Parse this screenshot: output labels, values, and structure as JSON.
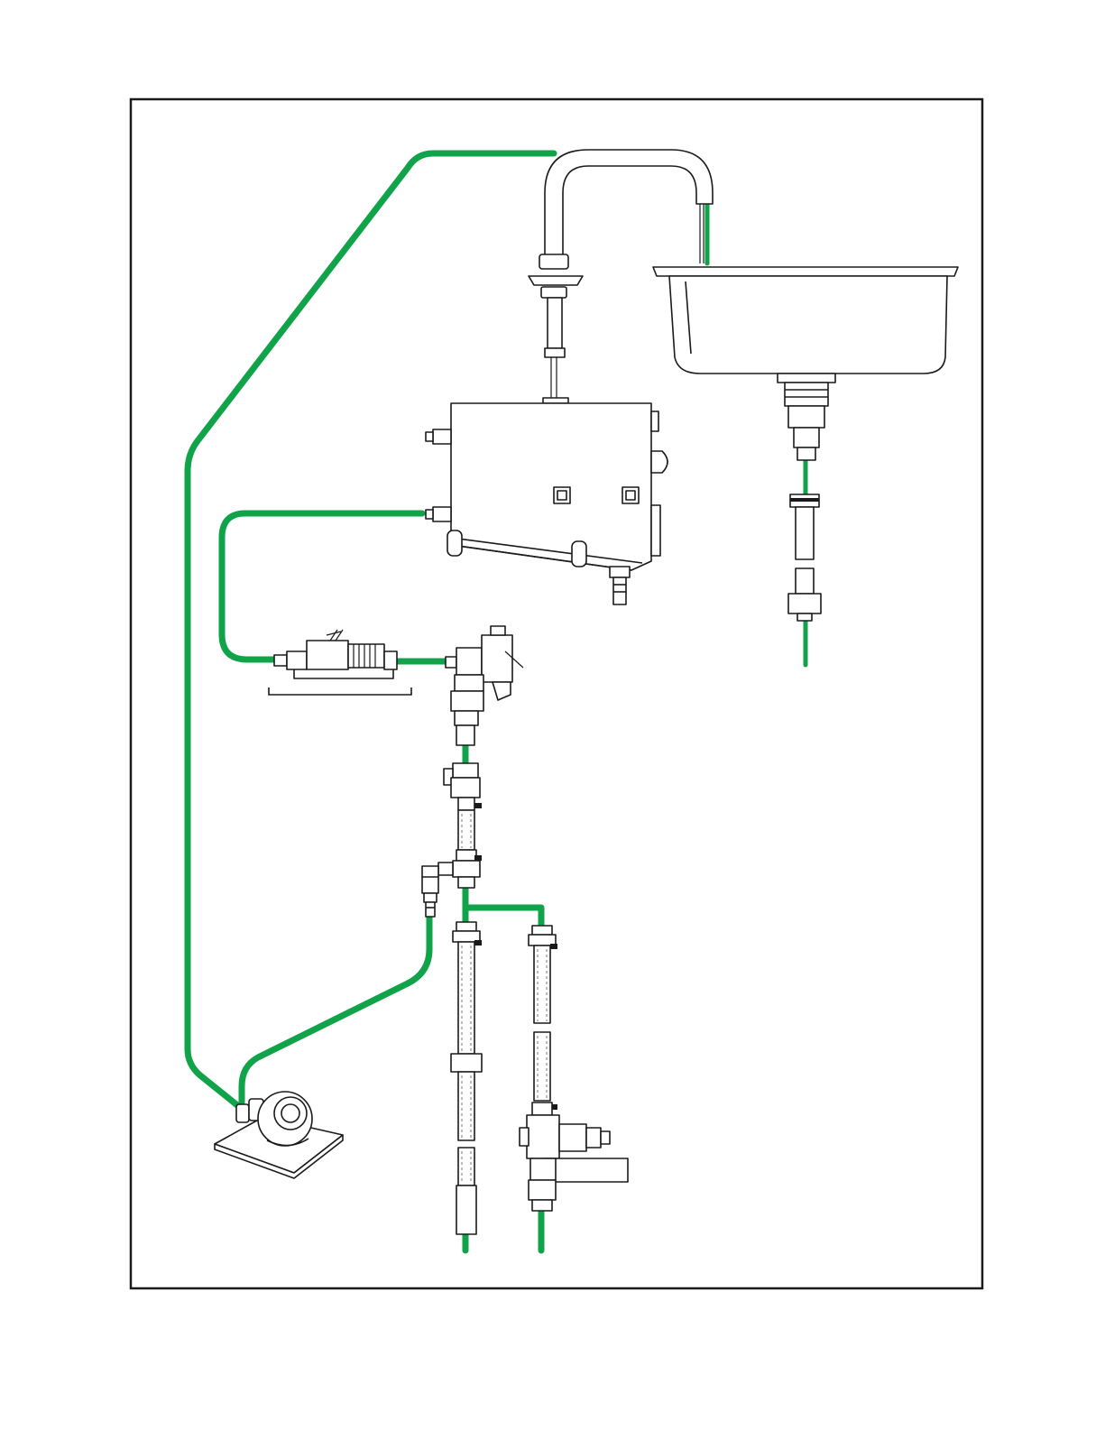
{
  "diagram": {
    "colors": {
      "tubing": "#10a34a",
      "line": "#1a1a1a",
      "background": "#ffffff",
      "component_fill": "#ffffff"
    },
    "components": [
      {
        "id": "faucet-spout",
        "icon": "gooseneck-faucet-icon"
      },
      {
        "id": "sink-basin",
        "icon": "sink-icon"
      },
      {
        "id": "sink-drain",
        "icon": "drain-fitting-icon"
      },
      {
        "id": "control-box",
        "icon": "control-module-icon"
      },
      {
        "id": "solenoid-valve",
        "icon": "solenoid-valve-icon"
      },
      {
        "id": "angle-valve",
        "icon": "angle-valve-icon"
      },
      {
        "id": "check-valve",
        "icon": "check-valve-icon"
      },
      {
        "id": "tee-fitting",
        "icon": "tee-fitting-icon"
      },
      {
        "id": "supply-line-left",
        "icon": "flex-hose-icon"
      },
      {
        "id": "supply-line-right",
        "icon": "flex-hose-icon"
      },
      {
        "id": "mixing-valve",
        "icon": "thermostatic-valve-icon"
      },
      {
        "id": "pump",
        "icon": "pump-icon"
      }
    ]
  }
}
